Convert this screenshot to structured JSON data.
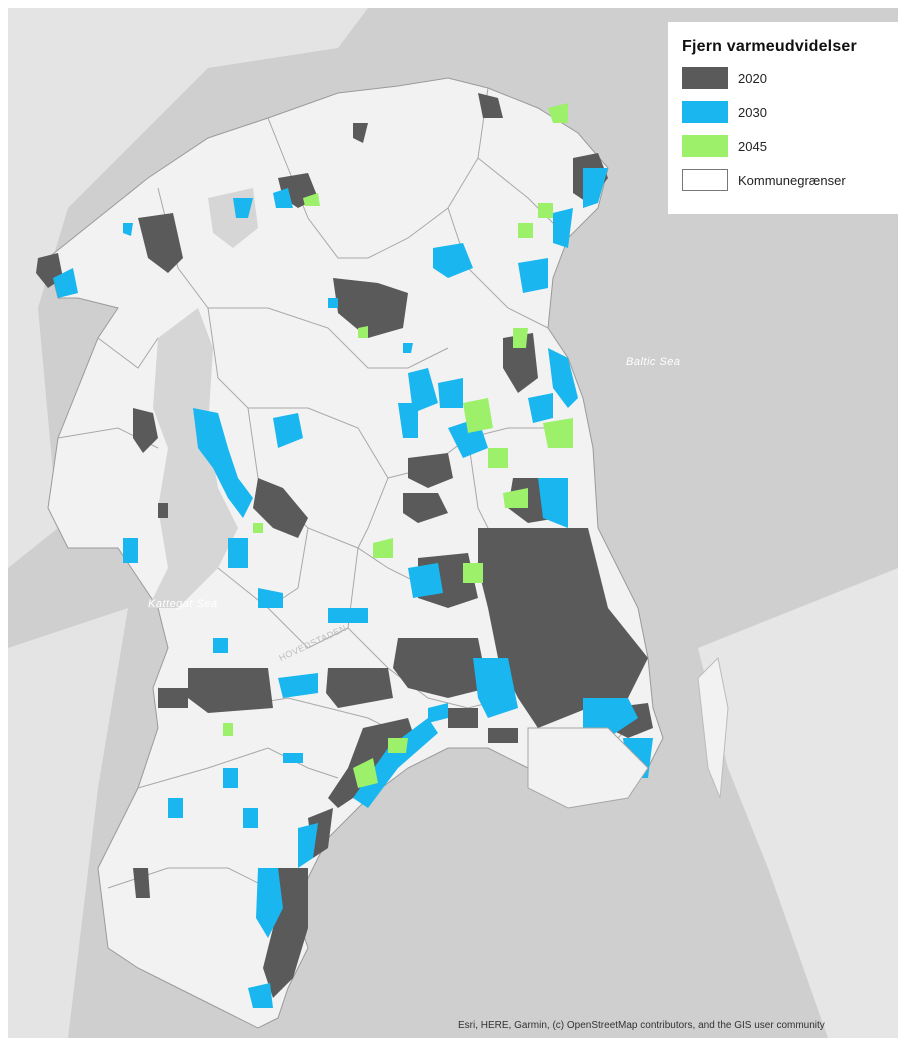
{
  "map": {
    "sea_labels": [
      "Baltic Sea",
      "Kattegat Sea"
    ],
    "place_labels": [
      "HOVEDSTADEN"
    ],
    "attribution": "Esri, HERE, Garmin, (c) OpenStreetMap contributors, and the GIS user community"
  },
  "legend": {
    "title": "Fjern varmeudvidelser",
    "items": [
      {
        "label": "2020",
        "color": "#5a5a5a"
      },
      {
        "label": "2030",
        "color": "#19b6f0"
      },
      {
        "label": "2045",
        "color": "#9cf06a"
      },
      {
        "label": "Kommunegrænser",
        "color": "#ffffff"
      }
    ]
  },
  "colors": {
    "land": "#f2f2f2",
    "water": "#cfcfcf",
    "lake": "#d6d6d6",
    "boundary": "#a6a6a6"
  }
}
